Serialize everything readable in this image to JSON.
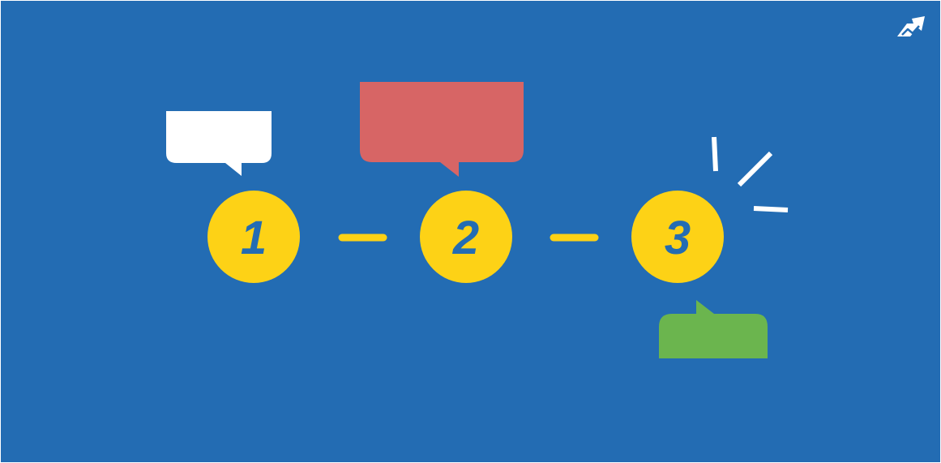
{
  "colors": {
    "background": "#236CB3",
    "step_circle": "#FDD216",
    "step_number": "#236CB3",
    "connector": "#FDD216",
    "bubble_white": "#FFFFFF",
    "bubble_red": "#D76565",
    "bubble_green": "#6BB54E",
    "burst_lines": "#FFFFFF",
    "logo": "#FFFFFF"
  },
  "logo": {
    "icon": "rising-trend-arrow-icon"
  },
  "steps": [
    {
      "number": "1"
    },
    {
      "number": "2"
    },
    {
      "number": "3"
    }
  ],
  "bubbles": [
    {
      "color": "white",
      "tail": "bottom"
    },
    {
      "color": "red",
      "tail": "bottom"
    },
    {
      "color": "green",
      "tail": "top"
    }
  ],
  "burst": {
    "icon": "emphasis-burst-icon"
  }
}
